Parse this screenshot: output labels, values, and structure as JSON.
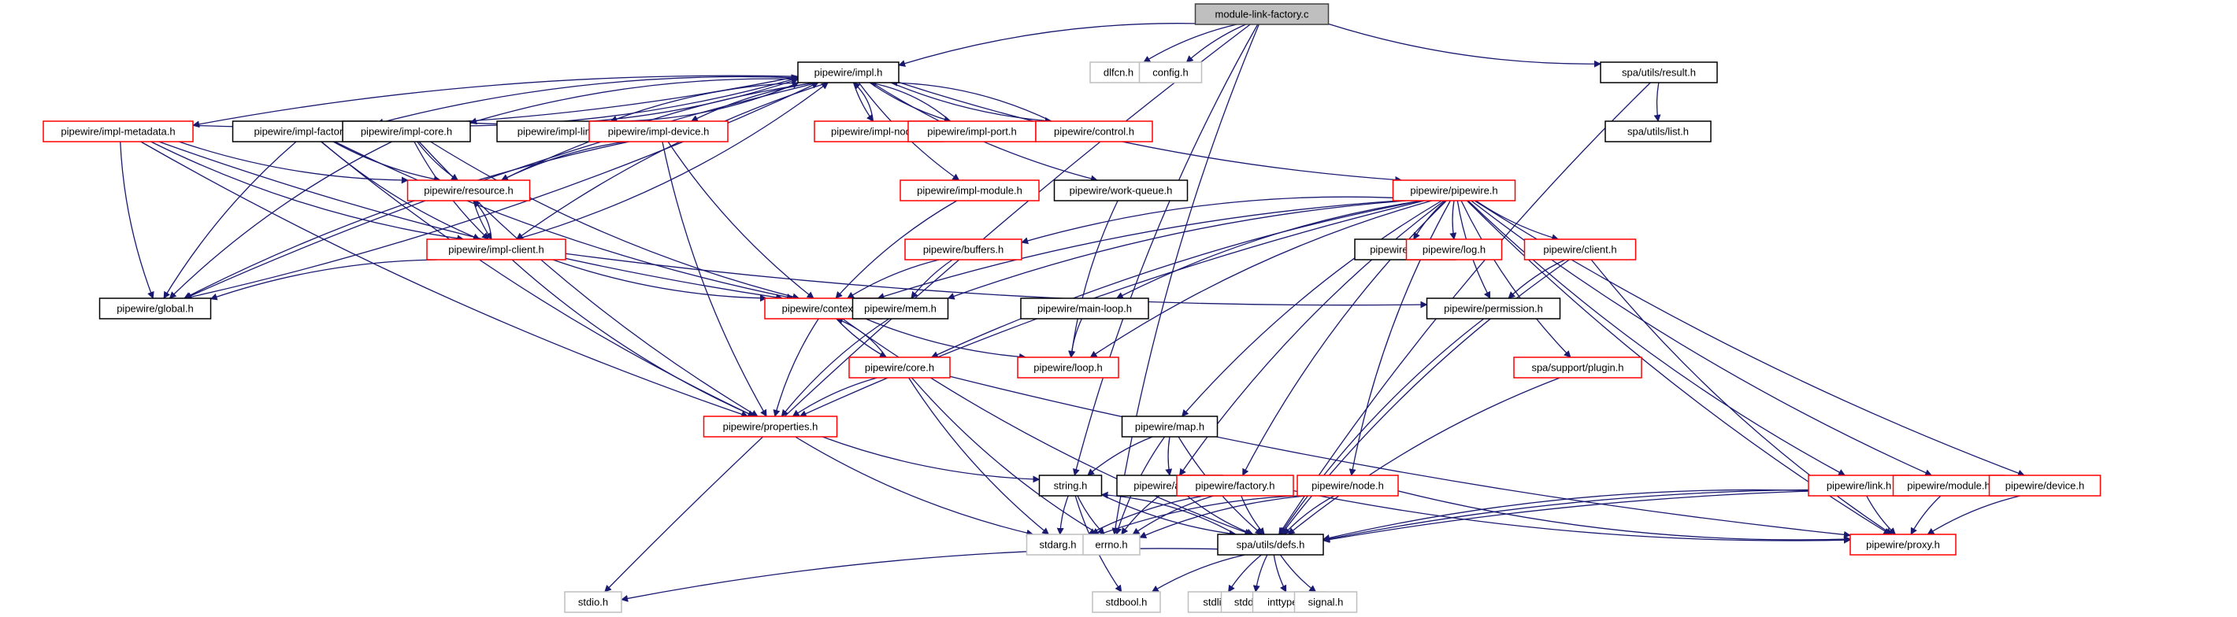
{
  "title": "module-link-factory.c include dependency graph",
  "colors": {
    "edge": "#191970",
    "root_fill": "#bfbfbf",
    "root_border": "#404040",
    "documented_border": "#000000",
    "undocumented_border": "#ff0000",
    "system_border": "#bfbfbf"
  },
  "nodes": [
    {
      "id": "root",
      "label": "module-link-factory.c",
      "kind": "root"
    },
    {
      "id": "impl",
      "label": "pipewire/impl.h",
      "kind": "doc"
    },
    {
      "id": "dlfcn",
      "label": "dlfcn.h",
      "kind": "sys"
    },
    {
      "id": "config",
      "label": "config.h",
      "kind": "sys"
    },
    {
      "id": "result",
      "label": "spa/utils/result.h",
      "kind": "doc"
    },
    {
      "id": "list",
      "label": "spa/utils/list.h",
      "kind": "doc"
    },
    {
      "id": "impl_metadata",
      "label": "pipewire/impl-metadata.h",
      "kind": "red"
    },
    {
      "id": "impl_factory",
      "label": "pipewire/impl-factory.h",
      "kind": "doc"
    },
    {
      "id": "impl_core",
      "label": "pipewire/impl-core.h",
      "kind": "doc"
    },
    {
      "id": "impl_link",
      "label": "pipewire/impl-link.h",
      "kind": "doc"
    },
    {
      "id": "impl_device",
      "label": "pipewire/impl-device.h",
      "kind": "red"
    },
    {
      "id": "impl_node",
      "label": "pipewire/impl-node.h",
      "kind": "red"
    },
    {
      "id": "impl_port",
      "label": "pipewire/impl-port.h",
      "kind": "red"
    },
    {
      "id": "control",
      "label": "pipewire/control.h",
      "kind": "red"
    },
    {
      "id": "resource",
      "label": "pipewire/resource.h",
      "kind": "red"
    },
    {
      "id": "impl_module",
      "label": "pipewire/impl-module.h",
      "kind": "red"
    },
    {
      "id": "work_queue",
      "label": "pipewire/work-queue.h",
      "kind": "doc"
    },
    {
      "id": "pipewire",
      "label": "pipewire/pipewire.h",
      "kind": "red"
    },
    {
      "id": "impl_client",
      "label": "pipewire/impl-client.h",
      "kind": "red"
    },
    {
      "id": "buffers",
      "label": "pipewire/buffers.h",
      "kind": "red"
    },
    {
      "id": "keys",
      "label": "pipewire/keys.h",
      "kind": "doc"
    },
    {
      "id": "log",
      "label": "pipewire/log.h",
      "kind": "red"
    },
    {
      "id": "client",
      "label": "pipewire/client.h",
      "kind": "red"
    },
    {
      "id": "global",
      "label": "pipewire/global.h",
      "kind": "doc"
    },
    {
      "id": "context",
      "label": "pipewire/context.h",
      "kind": "red"
    },
    {
      "id": "mem",
      "label": "pipewire/mem.h",
      "kind": "doc"
    },
    {
      "id": "main_loop",
      "label": "pipewire/main-loop.h",
      "kind": "doc"
    },
    {
      "id": "permission",
      "label": "pipewire/permission.h",
      "kind": "doc"
    },
    {
      "id": "core",
      "label": "pipewire/core.h",
      "kind": "red"
    },
    {
      "id": "loop",
      "label": "pipewire/loop.h",
      "kind": "red"
    },
    {
      "id": "plugin",
      "label": "spa/support/plugin.h",
      "kind": "red"
    },
    {
      "id": "properties",
      "label": "pipewire/properties.h",
      "kind": "red"
    },
    {
      "id": "map",
      "label": "pipewire/map.h",
      "kind": "doc"
    },
    {
      "id": "string",
      "label": "string.h",
      "kind": "doc"
    },
    {
      "id": "array",
      "label": "pipewire/array.h",
      "kind": "doc"
    },
    {
      "id": "factory",
      "label": "pipewire/factory.h",
      "kind": "red"
    },
    {
      "id": "node",
      "label": "pipewire/node.h",
      "kind": "red"
    },
    {
      "id": "link",
      "label": "pipewire/link.h",
      "kind": "red"
    },
    {
      "id": "module",
      "label": "pipewire/module.h",
      "kind": "red"
    },
    {
      "id": "device",
      "label": "pipewire/device.h",
      "kind": "red"
    },
    {
      "id": "stdarg",
      "label": "stdarg.h",
      "kind": "sys"
    },
    {
      "id": "errno",
      "label": "errno.h",
      "kind": "sys"
    },
    {
      "id": "defs",
      "label": "spa/utils/defs.h",
      "kind": "doc"
    },
    {
      "id": "proxy",
      "label": "pipewire/proxy.h",
      "kind": "red"
    },
    {
      "id": "stdio",
      "label": "stdio.h",
      "kind": "sys"
    },
    {
      "id": "stdbool",
      "label": "stdbool.h",
      "kind": "sys"
    },
    {
      "id": "stdlib",
      "label": "stdlib.h",
      "kind": "sys"
    },
    {
      "id": "stddef",
      "label": "stddef.h",
      "kind": "sys"
    },
    {
      "id": "inttypes",
      "label": "inttypes.h",
      "kind": "sys"
    },
    {
      "id": "signal",
      "label": "signal.h",
      "kind": "sys"
    }
  ],
  "edges": [
    [
      "root",
      "impl"
    ],
    [
      "root",
      "dlfcn"
    ],
    [
      "root",
      "config"
    ],
    [
      "root",
      "result"
    ],
    [
      "root",
      "stdio"
    ],
    [
      "root",
      "string"
    ],
    [
      "root",
      "errno"
    ],
    [
      "result",
      "list"
    ],
    [
      "result",
      "defs"
    ],
    [
      "impl",
      "impl_metadata"
    ],
    [
      "impl",
      "impl_factory"
    ],
    [
      "impl",
      "impl_core"
    ],
    [
      "impl",
      "impl_link"
    ],
    [
      "impl",
      "impl_device"
    ],
    [
      "impl",
      "impl_node"
    ],
    [
      "impl",
      "impl_port"
    ],
    [
      "impl",
      "control"
    ],
    [
      "impl",
      "resource"
    ],
    [
      "impl",
      "impl_module"
    ],
    [
      "impl",
      "work_queue"
    ],
    [
      "impl",
      "pipewire"
    ],
    [
      "impl",
      "impl_client"
    ],
    [
      "impl",
      "global"
    ],
    [
      "impl_metadata",
      "impl"
    ],
    [
      "impl_factory",
      "impl"
    ],
    [
      "impl_core",
      "impl"
    ],
    [
      "impl_link",
      "impl"
    ],
    [
      "impl_node",
      "impl"
    ],
    [
      "impl_port",
      "impl"
    ],
    [
      "control",
      "impl"
    ],
    [
      "impl_client",
      "impl"
    ],
    [
      "global",
      "impl"
    ],
    [
      "impl_metadata",
      "resource"
    ],
    [
      "impl_metadata",
      "impl_client"
    ],
    [
      "impl_metadata",
      "global"
    ],
    [
      "impl_metadata",
      "context"
    ],
    [
      "impl_metadata",
      "properties"
    ],
    [
      "impl_factory",
      "resource"
    ],
    [
      "impl_factory",
      "impl_client"
    ],
    [
      "impl_factory",
      "global"
    ],
    [
      "impl_factory",
      "context"
    ],
    [
      "impl_factory",
      "properties"
    ],
    [
      "impl_core",
      "resource"
    ],
    [
      "impl_core",
      "impl_client"
    ],
    [
      "impl_core",
      "global"
    ],
    [
      "impl_core",
      "context"
    ],
    [
      "impl_core",
      "properties"
    ],
    [
      "impl_device",
      "resource"
    ],
    [
      "impl_device",
      "global"
    ],
    [
      "impl_device",
      "context"
    ],
    [
      "impl_device",
      "properties"
    ],
    [
      "resource",
      "impl_client"
    ],
    [
      "impl_client",
      "resource"
    ],
    [
      "impl_client",
      "global"
    ],
    [
      "impl_client",
      "context"
    ],
    [
      "impl_client",
      "properties"
    ],
    [
      "impl_client",
      "permission"
    ],
    [
      "impl_module",
      "context"
    ],
    [
      "work_queue",
      "loop"
    ],
    [
      "pipewire",
      "buffers"
    ],
    [
      "pipewire",
      "keys"
    ],
    [
      "pipewire",
      "log"
    ],
    [
      "pipewire",
      "client"
    ],
    [
      "pipewire",
      "context"
    ],
    [
      "pipewire",
      "mem"
    ],
    [
      "pipewire",
      "main_loop"
    ],
    [
      "pipewire",
      "permission"
    ],
    [
      "pipewire",
      "core"
    ],
    [
      "pipewire",
      "loop"
    ],
    [
      "pipewire",
      "plugin"
    ],
    [
      "pipewire",
      "properties"
    ],
    [
      "pipewire",
      "map"
    ],
    [
      "pipewire",
      "array"
    ],
    [
      "pipewire",
      "factory"
    ],
    [
      "pipewire",
      "node"
    ],
    [
      "pipewire",
      "link"
    ],
    [
      "pipewire",
      "module"
    ],
    [
      "pipewire",
      "device"
    ],
    [
      "pipewire",
      "proxy"
    ],
    [
      "buffers",
      "context"
    ],
    [
      "buffers",
      "mem"
    ],
    [
      "client",
      "permission"
    ],
    [
      "client",
      "proxy"
    ],
    [
      "client",
      "defs"
    ],
    [
      "context",
      "core"
    ],
    [
      "core",
      "context"
    ],
    [
      "context",
      "loop"
    ],
    [
      "context",
      "properties"
    ],
    [
      "context",
      "defs"
    ],
    [
      "mem",
      "properties"
    ],
    [
      "main_loop",
      "loop"
    ],
    [
      "permission",
      "defs"
    ],
    [
      "core",
      "properties"
    ],
    [
      "core",
      "proxy"
    ],
    [
      "core",
      "stdarg"
    ],
    [
      "core",
      "errno"
    ],
    [
      "plugin",
      "defs"
    ],
    [
      "properties",
      "string"
    ],
    [
      "properties",
      "stdarg"
    ],
    [
      "map",
      "string"
    ],
    [
      "map",
      "array"
    ],
    [
      "map",
      "errno"
    ],
    [
      "map",
      "defs"
    ],
    [
      "string",
      "stdarg"
    ],
    [
      "string",
      "errno"
    ],
    [
      "string",
      "stdbool"
    ],
    [
      "string",
      "defs"
    ],
    [
      "defs",
      "string"
    ],
    [
      "array",
      "errno"
    ],
    [
      "array",
      "defs"
    ],
    [
      "factory",
      "proxy"
    ],
    [
      "factory",
      "defs"
    ],
    [
      "factory",
      "stdarg"
    ],
    [
      "factory",
      "errno"
    ],
    [
      "node",
      "proxy"
    ],
    [
      "node",
      "defs"
    ],
    [
      "node",
      "stdarg"
    ],
    [
      "node",
      "errno"
    ],
    [
      "link",
      "proxy"
    ],
    [
      "link",
      "defs"
    ],
    [
      "module",
      "proxy"
    ],
    [
      "module",
      "defs"
    ],
    [
      "device",
      "proxy"
    ],
    [
      "device",
      "defs"
    ],
    [
      "defs",
      "stdio"
    ],
    [
      "defs",
      "stdbool"
    ],
    [
      "defs",
      "stdlib"
    ],
    [
      "defs",
      "stddef"
    ],
    [
      "defs",
      "inttypes"
    ],
    [
      "defs",
      "signal"
    ]
  ]
}
